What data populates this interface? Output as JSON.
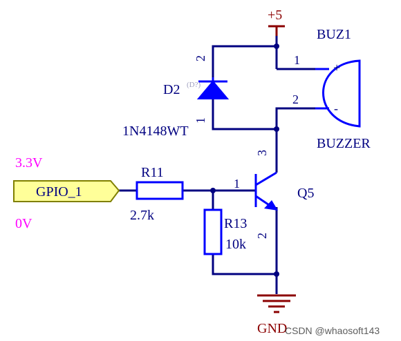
{
  "colors": {
    "wire": "#000080",
    "component": "#0000ff",
    "power": "#8b0000",
    "port_fill": "#ffff99",
    "port_stroke": "#808000",
    "annotation": "#ff00ff",
    "text": "#000080",
    "watermark": "#404040"
  },
  "power": {
    "vcc": "+5",
    "gnd": "GND"
  },
  "buzzer": {
    "designator": "BUZ1",
    "name": "BUZZER",
    "pin1": "1",
    "pin2": "2",
    "plus": "+",
    "minus": "-"
  },
  "diode": {
    "designator": "D2",
    "tag": "(D?)",
    "part": "1N4148WT",
    "pin2": "2",
    "pin1": "1"
  },
  "transistor": {
    "designator": "Q5",
    "pin1": "1",
    "pin2": "2",
    "pin3": "3"
  },
  "r11": {
    "designator": "R11",
    "value": "2.7k"
  },
  "r13": {
    "designator": "R13",
    "value": "10k"
  },
  "port": {
    "label": "GPIO_1"
  },
  "annotations": {
    "high": "3.3V",
    "low": "0V"
  },
  "watermark": "CSDN @whaosoft143"
}
